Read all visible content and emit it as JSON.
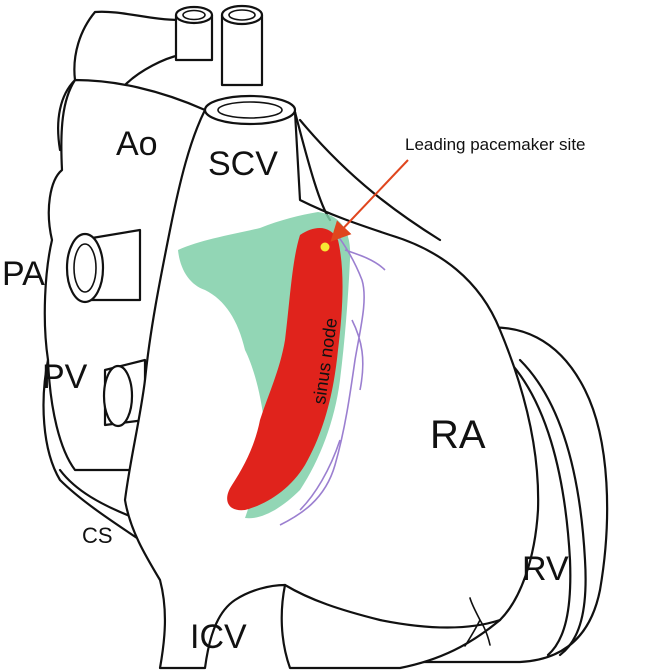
{
  "labels": {
    "ao": "Ao",
    "scv": "SCV",
    "pa": "PA",
    "pv": "PV",
    "cs": "CS",
    "icv": "ICV",
    "ra": "RA",
    "rv": "RV",
    "sinus_node": "sinus node",
    "leading_pacemaker": "Leading pacemaker site"
  },
  "colors": {
    "outline": "#111111",
    "sinus_node": "#e0231c",
    "paranodal": "#7fcfa8",
    "nerves": "#9b7fd0",
    "pacemaker_dot": "#f7e733",
    "arrow": "#e0461e"
  }
}
